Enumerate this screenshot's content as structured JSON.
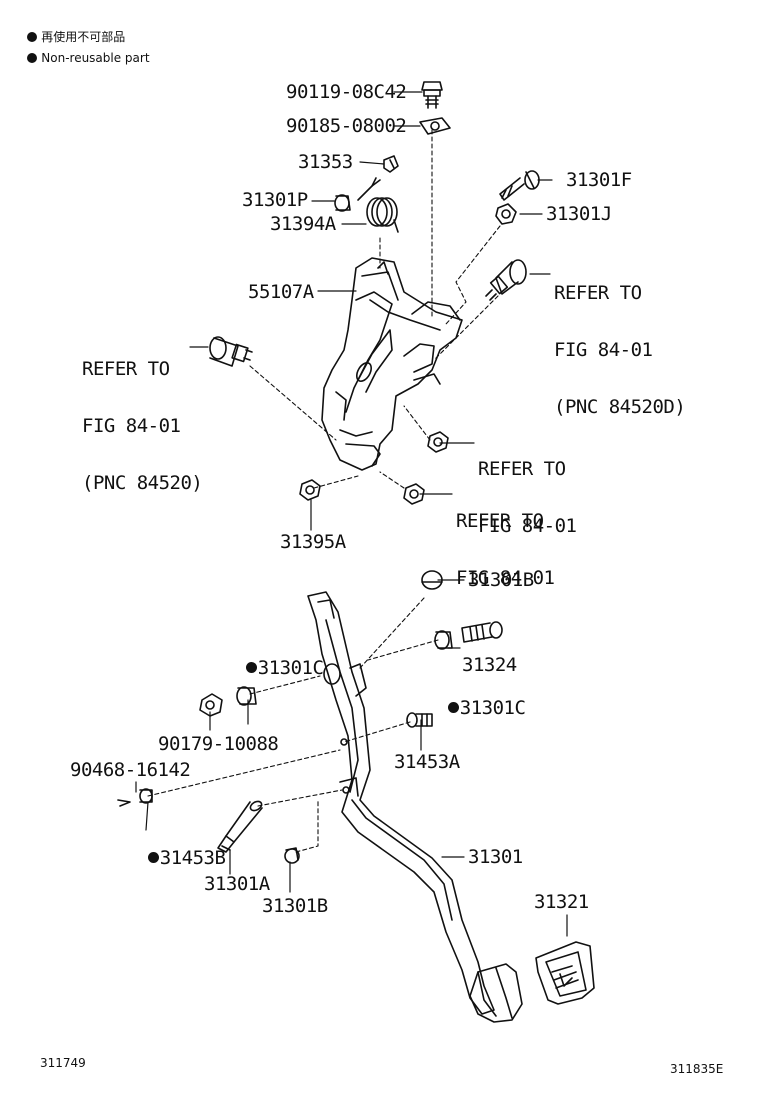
{
  "legend": {
    "japanese": "再使用不可部品",
    "english": "Non-reusable part"
  },
  "labels": {
    "p90119": "90119-08C42",
    "p90185": "90185-08002",
    "p31353": "31353",
    "p31301F": "31301F",
    "p31301P": "31301P",
    "p31301J": "31301J",
    "p31394A": "31394A",
    "p55107A": "55107A",
    "p31395A": "31395A",
    "p31301B_top": "31301B",
    "p31301C_left": "31301C",
    "p31324": "31324",
    "p31301C_right": "31301C",
    "p90179": "90179-10088",
    "p31453A": "31453A",
    "p90468": "90468-16142",
    "p31453B": "31453B",
    "p31301": "31301",
    "p31301A": "31301A",
    "p31301B_bottom": "31301B",
    "p31321": "31321"
  },
  "refs": {
    "right_top": [
      "REFER TO",
      "FIG 84-01",
      "(PNC 84520D)"
    ],
    "left": [
      "REFER TO",
      "FIG 84-01",
      "(PNC 84520)"
    ],
    "nut_upper": [
      "REFER TO",
      "FIG 84-01"
    ],
    "nut_lower": [
      "REFER TO",
      "FIG 84-01"
    ]
  },
  "footer": {
    "left_code": "311749",
    "right_code": "311835E"
  }
}
